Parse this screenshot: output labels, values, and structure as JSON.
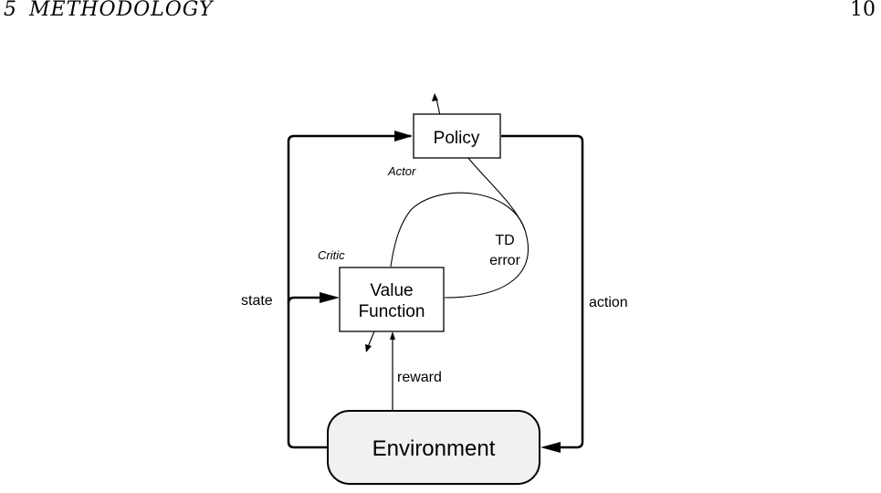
{
  "header": {
    "section_number": "5",
    "section_title": "METHODOLOGY",
    "page_number": "10"
  },
  "diagram": {
    "policy_label": "Policy",
    "actor_label": "Actor",
    "critic_label": "Critic",
    "value_function_line1": "Value",
    "value_function_line2": "Function",
    "td_line1": "TD",
    "td_line2": "error",
    "state_label": "state",
    "action_label": "action",
    "reward_label": "reward",
    "environment_label": "Environment"
  }
}
